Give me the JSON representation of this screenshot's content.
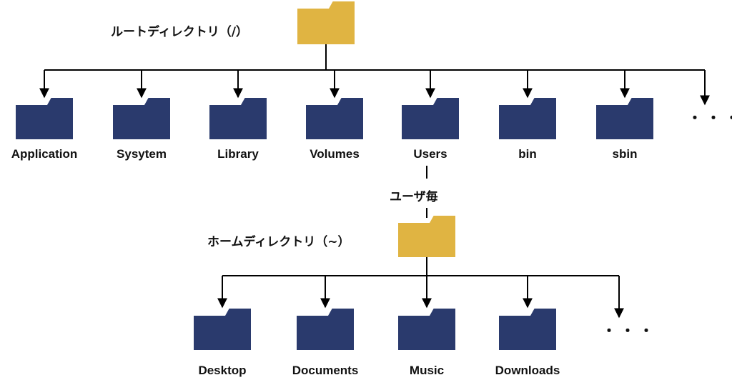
{
  "colors": {
    "root_folder": "#E0B442",
    "folder": "#2A3A6D",
    "line": "#000000"
  },
  "root": {
    "label": "ルートディレクトリ（/）"
  },
  "root_children": [
    "Application",
    "Sysytem",
    "Library",
    "Volumes",
    "Users",
    "bin",
    "sbin"
  ],
  "per_user_label": "ユーザ毎",
  "home": {
    "label": "ホームディレクトリ（~）"
  },
  "home_children": [
    "Desktop",
    "Documents",
    "Music",
    "Downloads"
  ],
  "ellipsis": "・・・"
}
